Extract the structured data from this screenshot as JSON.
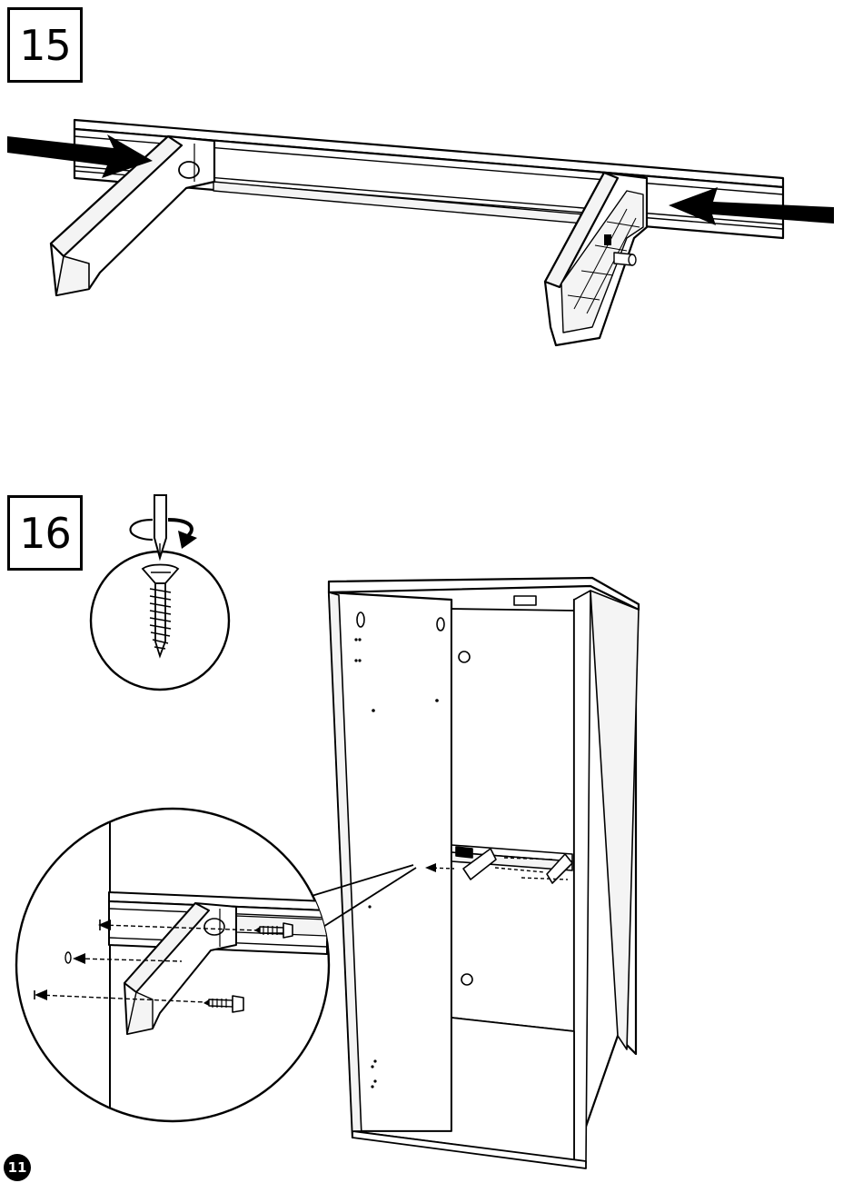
{
  "steps": [
    {
      "number": "15"
    },
    {
      "number": "16"
    }
  ],
  "page": {
    "number": "11"
  },
  "icons": [
    "push-arrow-icon",
    "screwdriver-icon",
    "rotate-arrow-icon",
    "screw-icon",
    "cabinet-illustration",
    "rail-bracket-illustration"
  ],
  "colors": {
    "ink": "#000000",
    "paper": "#ffffff",
    "panel_shade": "#f4f4f4"
  }
}
